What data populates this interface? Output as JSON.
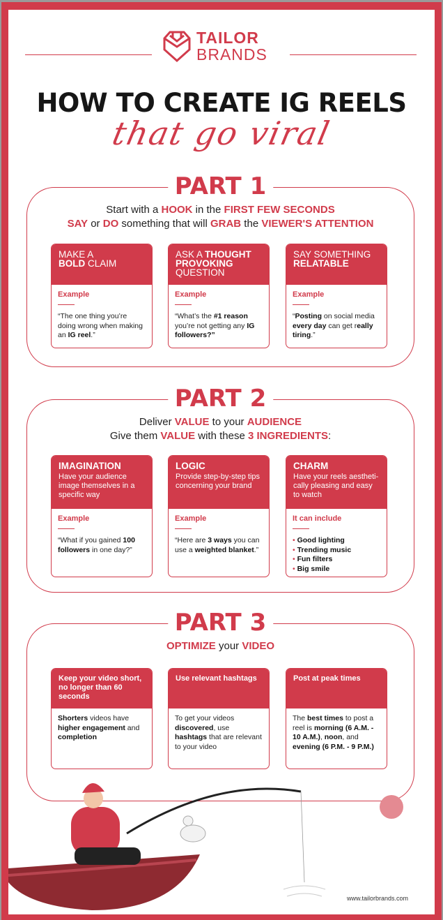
{
  "brand": {
    "line1": "TAILOR",
    "line2": "BRANDS",
    "color": "#d13b4b"
  },
  "title": {
    "main": "HOW TO CREATE IG REELS",
    "script": "that go viral"
  },
  "part1": {
    "title": "PART 1",
    "intro1": [
      [
        "Start with a ",
        0
      ],
      [
        "HOOK",
        1
      ],
      [
        " in the ",
        0
      ],
      [
        "FIRST FEW SECONDS",
        1
      ]
    ],
    "intro2": [
      [
        "SAY",
        1
      ],
      [
        " or ",
        0
      ],
      [
        "DO",
        1
      ],
      [
        " something that will ",
        0
      ],
      [
        "GRAB",
        1
      ],
      [
        " the ",
        0
      ],
      [
        "VIEWER'S ATTENTION",
        1
      ]
    ],
    "cards": [
      {
        "head": [
          [
            "MAKE A",
            0
          ],
          [
            "\n",
            0
          ],
          [
            "BOLD",
            1
          ],
          [
            " CLAIM",
            0
          ]
        ],
        "label": "Example",
        "body": [
          [
            "“The one thing you’re doing wrong when making an ",
            0
          ],
          [
            "IG reel",
            1
          ],
          [
            ".”",
            0
          ]
        ]
      },
      {
        "head": [
          [
            "ASK A ",
            0
          ],
          [
            "THOUGHT PROVOKING",
            1
          ],
          [
            " QUESTION",
            0
          ]
        ],
        "label": "Example",
        "body": [
          [
            "“What’s the ",
            0
          ],
          [
            "#1 reason",
            1
          ],
          [
            " you’re not getting any ",
            0
          ],
          [
            "IG followers?”",
            1
          ]
        ]
      },
      {
        "head": [
          [
            "SAY SOMETHING ",
            0
          ],
          [
            "RELATABLE",
            1
          ]
        ],
        "label": "Example",
        "body": [
          [
            "“",
            0
          ],
          [
            "Posting",
            1
          ],
          [
            " on social media ",
            0
          ],
          [
            "every day",
            1
          ],
          [
            " can get r",
            0
          ],
          [
            "eally tiring",
            1
          ],
          [
            ".”",
            0
          ]
        ]
      }
    ]
  },
  "part2": {
    "title": "PART 2",
    "intro1": [
      [
        "Deliver ",
        0
      ],
      [
        "VALUE",
        1
      ],
      [
        " to your ",
        0
      ],
      [
        "AUDIENCE",
        1
      ]
    ],
    "intro2": [
      [
        "Give them ",
        0
      ],
      [
        "VALUE",
        1
      ],
      [
        " with these ",
        0
      ],
      [
        "3 INGREDIENTS",
        1
      ],
      [
        ":",
        0
      ]
    ],
    "cards": [
      {
        "head": "IMAGINATION",
        "sub": "Have your audience image themselves in a specific way",
        "label": "Example",
        "body": [
          [
            "“What if you gained ",
            0
          ],
          [
            "100 followers",
            1
          ],
          [
            " in one day?”",
            0
          ]
        ]
      },
      {
        "head": "LOGIC",
        "sub": "Provide step-by-step tips concerning your brand",
        "label": "Example",
        "body": [
          [
            "“Here are ",
            0
          ],
          [
            "3 ways",
            1
          ],
          [
            " you can use a ",
            0
          ],
          [
            "weighted blanket",
            1
          ],
          [
            ".”",
            0
          ]
        ]
      },
      {
        "head": "CHARM",
        "sub": "Have your reels aestheti-cally pleasing and easy to watch",
        "label": "It can include",
        "bullets": [
          "Good lighting",
          "Trending music",
          "Fun filters",
          "Big smile"
        ]
      }
    ]
  },
  "part3": {
    "title": "PART 3",
    "intro1": [
      [
        "OPTIMIZE",
        1
      ],
      [
        " your ",
        0
      ],
      [
        "VIDEO",
        1
      ]
    ],
    "cards": [
      {
        "head": "Keep your video short, no longer than 60 seconds",
        "body": [
          [
            "Shorters",
            1
          ],
          [
            " videos have ",
            0
          ],
          [
            "higher engagement",
            1
          ],
          [
            " and ",
            0
          ],
          [
            "completion",
            1
          ]
        ]
      },
      {
        "head": "Use relevant hashtags",
        "body": [
          [
            "To get your videos ",
            0
          ],
          [
            "discovered",
            1
          ],
          [
            ", use ",
            0
          ],
          [
            "hashtags",
            1
          ],
          [
            " that are relevant to your video",
            0
          ]
        ]
      },
      {
        "head": "Post at peak times",
        "body": [
          [
            "The ",
            0
          ],
          [
            "best times",
            1
          ],
          [
            " to post a reel is ",
            0
          ],
          [
            "morning (6 A.M. - 10 A.M.)",
            1
          ],
          [
            ", ",
            0
          ],
          [
            "noon",
            1
          ],
          [
            ", and ",
            0
          ],
          [
            "evening (6 P.M. - 9 P.M.)",
            1
          ]
        ]
      }
    ]
  },
  "footer": {
    "url": "www.tailorbrands.com"
  }
}
